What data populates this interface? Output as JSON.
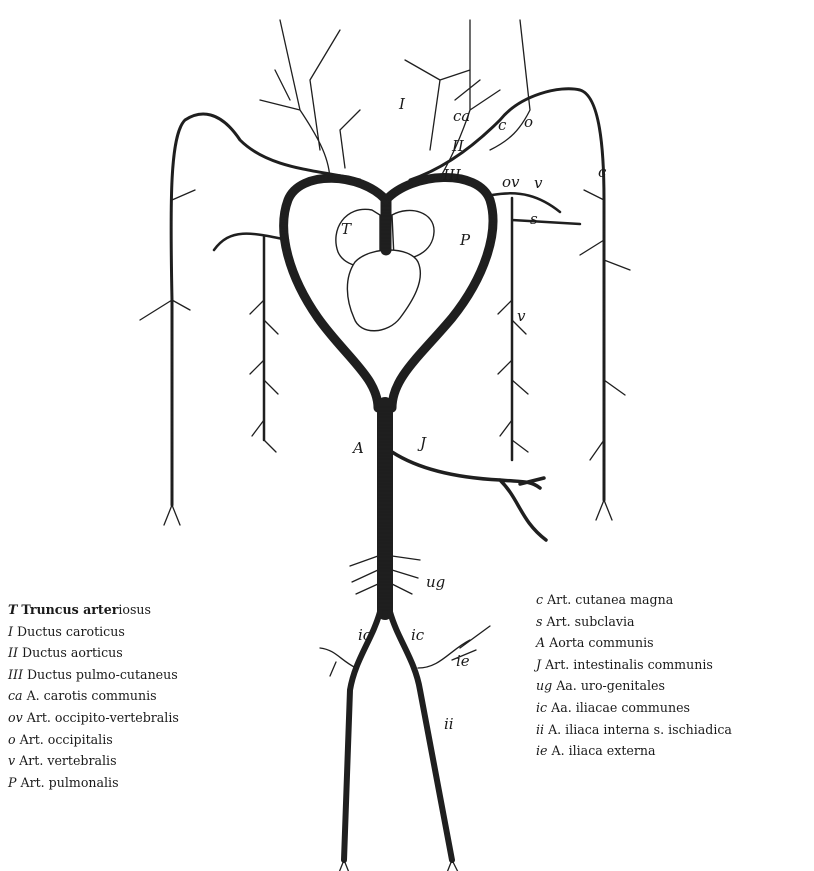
{
  "figure_labels": {
    "T": "T",
    "P": "P",
    "I": "I",
    "ca": "ca",
    "II": "II",
    "III": "III",
    "c_left": "c",
    "o": "o",
    "ov": "ov",
    "v_upper": "v",
    "s": "s",
    "c_right": "c",
    "v_lower": "v",
    "A": "A",
    "J": "J",
    "ug": "ug",
    "ic_left": "ic",
    "ic_right": "ic",
    "ie": "ie",
    "ii": "ii"
  },
  "legend_left": [
    {
      "abbr": "T",
      "desc_bold": "Truncus arter",
      "desc": "iosus"
    },
    {
      "abbr": "I",
      "desc_bold": "",
      "desc": "Ductus caroticus"
    },
    {
      "abbr": "II",
      "desc_bold": "",
      "desc": "Ductus aorticus"
    },
    {
      "abbr": "III",
      "desc_bold": "",
      "desc": "Ductus pulmo-cutaneus"
    },
    {
      "abbr": "ca",
      "desc_bold": "",
      "desc": "A. carotis communis"
    },
    {
      "abbr": "ov",
      "desc_bold": "",
      "desc": "Art. occipito-vertebralis"
    },
    {
      "abbr": "o",
      "desc_bold": "",
      "desc": "Art. occipitalis"
    },
    {
      "abbr": "v",
      "desc_bold": "",
      "desc": "Art. vertebralis"
    },
    {
      "abbr": "P",
      "desc_bold": "",
      "desc": "Art. pulmonalis"
    }
  ],
  "legend_right": [
    {
      "abbr": "c",
      "desc": "Art. cutanea magna"
    },
    {
      "abbr": "s",
      "desc": "Art. subclavia"
    },
    {
      "abbr": "A",
      "desc": "Aorta communis"
    },
    {
      "abbr": "J",
      "desc": "Art. intestinalis communis"
    },
    {
      "abbr": "ug",
      "desc": "Aa. uro-genitales"
    },
    {
      "abbr": "ic",
      "desc": "Aa. iliacae communes"
    },
    {
      "abbr": "ii",
      "desc": "A. iliaca interna s. ischiadica"
    },
    {
      "abbr": "ie",
      "desc": "A. iliaca externa"
    }
  ]
}
